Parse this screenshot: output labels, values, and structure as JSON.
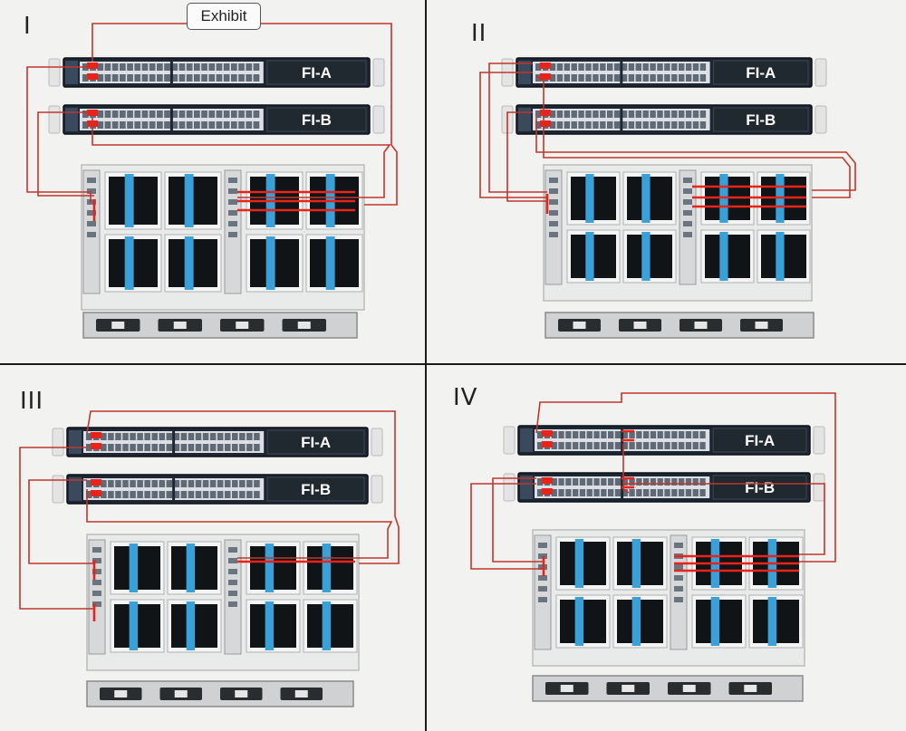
{
  "exhibit": {
    "label": "Exhibit"
  },
  "options": [
    {
      "roman": "I",
      "switch_a": "FI-A",
      "switch_b": "FI-B"
    },
    {
      "roman": "II",
      "switch_a": "FI-A",
      "switch_b": "FI-B"
    },
    {
      "roman": "III",
      "switch_a": "FI-A",
      "switch_b": "FI-B"
    },
    {
      "roman": "IV",
      "switch_a": "FI-A",
      "switch_b": "FI-B"
    }
  ],
  "colors": {
    "background": "#f2f2f0",
    "cable": "#c0362c",
    "cable_highlight": "#e8231a",
    "switch_body": "#1d2633",
    "switch_label_panel": "#202830",
    "blade_slot": "#111417",
    "blade_stripe": "#3aa0d8",
    "divider": "#1a1a1a"
  },
  "icons": [
    "fabric-interconnect-switch",
    "blade-chassis",
    "power-supply",
    "cable"
  ]
}
